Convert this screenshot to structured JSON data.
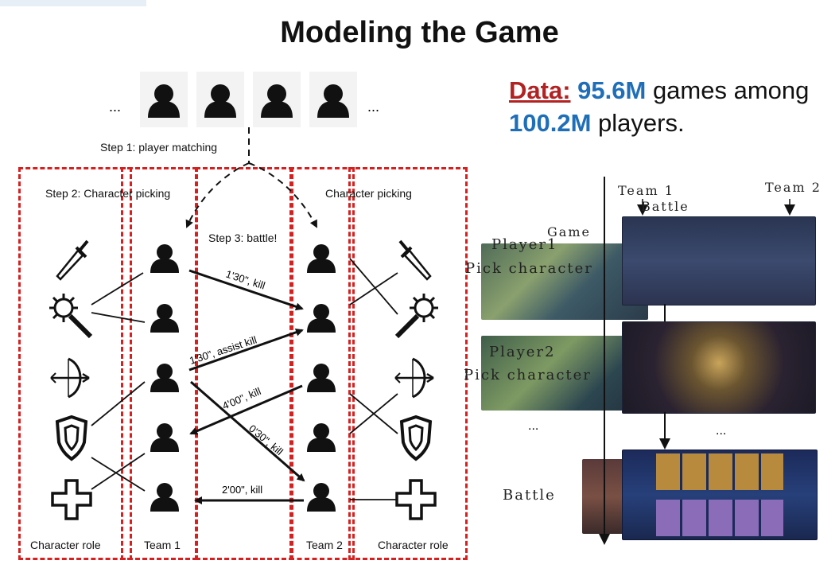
{
  "title": "Modeling the Game",
  "data": {
    "label": "Data:",
    "games_num": "95.6M",
    "games_text": "games among",
    "players_num": "100.2M",
    "players_text": "players."
  },
  "diagram": {
    "step1": "Step 1: player matching",
    "step2": "Step 2: Character picking",
    "char_picking_right": "Character picking",
    "step3": "Step 3: battle!",
    "ellipsis": "...",
    "footer": {
      "character_role_left": "Character role",
      "team1": "Team 1",
      "team2": "Team 2",
      "character_role_right": "Character role"
    },
    "arrows": [
      "1'30\", kill",
      "1'30\", assist kill",
      "4'00\", kill",
      "0'30\", kill",
      "2'00\", kill"
    ],
    "roles": [
      "dagger-icon",
      "mace-icon",
      "bow-icon",
      "shield-icon",
      "cross-icon"
    ]
  },
  "timeline": {
    "team1": "Team 1",
    "team2": "Team 2",
    "game": "Game",
    "battle_small": "Battle",
    "player1": "Player1",
    "pick1": "Pick character",
    "player2": "Player2",
    "pick2": "Pick character",
    "ellipsis_left": "...",
    "ellipsis_right": "...",
    "battle": "Battle"
  },
  "colors": {
    "dash": "#d62020",
    "data_label": "#b22222",
    "number": "#1f6fb8"
  }
}
